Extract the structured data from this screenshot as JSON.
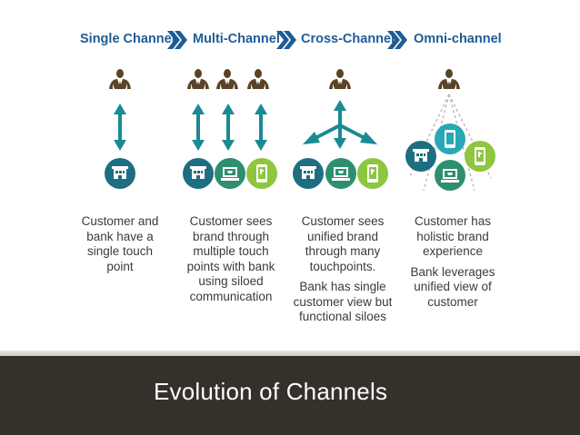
{
  "stages": [
    {
      "title": "Single Channel",
      "description": [
        "Customer and",
        "bank have a",
        "single touch",
        "point"
      ],
      "note": []
    },
    {
      "title": "Multi-Channel",
      "description": [
        "Customer sees",
        "brand through",
        "multiple touch",
        "points with bank",
        "using siloed",
        "communication"
      ],
      "note": []
    },
    {
      "title": "Cross-Channel",
      "description": [
        "Customer sees",
        "unified brand",
        "through many",
        "touchpoints."
      ],
      "note": [
        "Bank has single",
        "customer view but",
        "functional siloes"
      ]
    },
    {
      "title": "Omni-channel",
      "description": [
        "Customer has",
        "holistic brand",
        "experience"
      ],
      "note": [
        "Bank leverages",
        "unified view of",
        "customer"
      ]
    }
  ],
  "footer": {
    "title": "Evolution of Channels"
  },
  "colors": {
    "header_text": "#1e5c96",
    "arrow": "#1a8a94",
    "person": "#5a4326",
    "branch_circle": "#1e6e82",
    "web_circle": "#2d8f70",
    "mobile_circle": "#8ec63f",
    "mobile_top_circle": "#27a8b4",
    "footer_bg": "#35302a"
  },
  "icons": [
    "person-icon",
    "bank-branch-icon",
    "computer-icon",
    "mobile-phone-icon",
    "chevron-right-icon"
  ]
}
